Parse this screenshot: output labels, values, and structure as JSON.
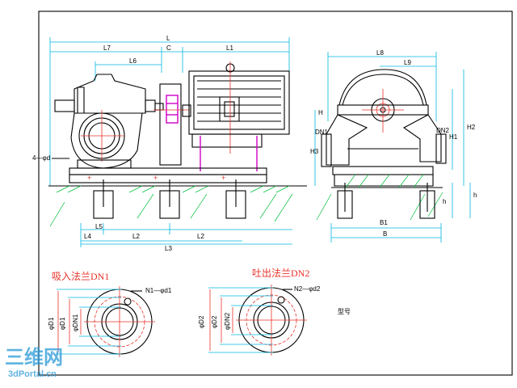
{
  "front_view": {
    "dims": {
      "L": "L",
      "L7": "L7",
      "L6": "L6",
      "C": "C",
      "L1": "L1",
      "L4": "L4",
      "L5": "L5",
      "L2": "L2",
      "L3": "L3"
    },
    "bolt_label": "4—φd"
  },
  "side_view": {
    "dims": {
      "L8": "L8",
      "L9": "L9",
      "H1": "H1",
      "H2": "H2",
      "H3": "H3",
      "DN1": "DN1",
      "DN2": "DN2",
      "H": "H",
      "B": "B",
      "B1": "B1",
      "h": "h"
    }
  },
  "inlet_flange": {
    "title": "吸入法兰DN1",
    "holes": "N1—φd1",
    "dims": [
      "φD1",
      "φD1",
      "φDN1"
    ]
  },
  "outlet_flange": {
    "title": "吐出法兰DN2",
    "holes": "N2—φd2",
    "dims": [
      "φD2",
      "φD2",
      "φDN2"
    ]
  },
  "model_label": "型号",
  "watermark": {
    "logo": "三维网",
    "url": "3dPortal.cn"
  },
  "colors": {
    "outline": "#000000",
    "dimension": "#00b7e0",
    "centerline": "#e8332a",
    "coupling": "#d000c8",
    "hatch": "#00c03a"
  }
}
